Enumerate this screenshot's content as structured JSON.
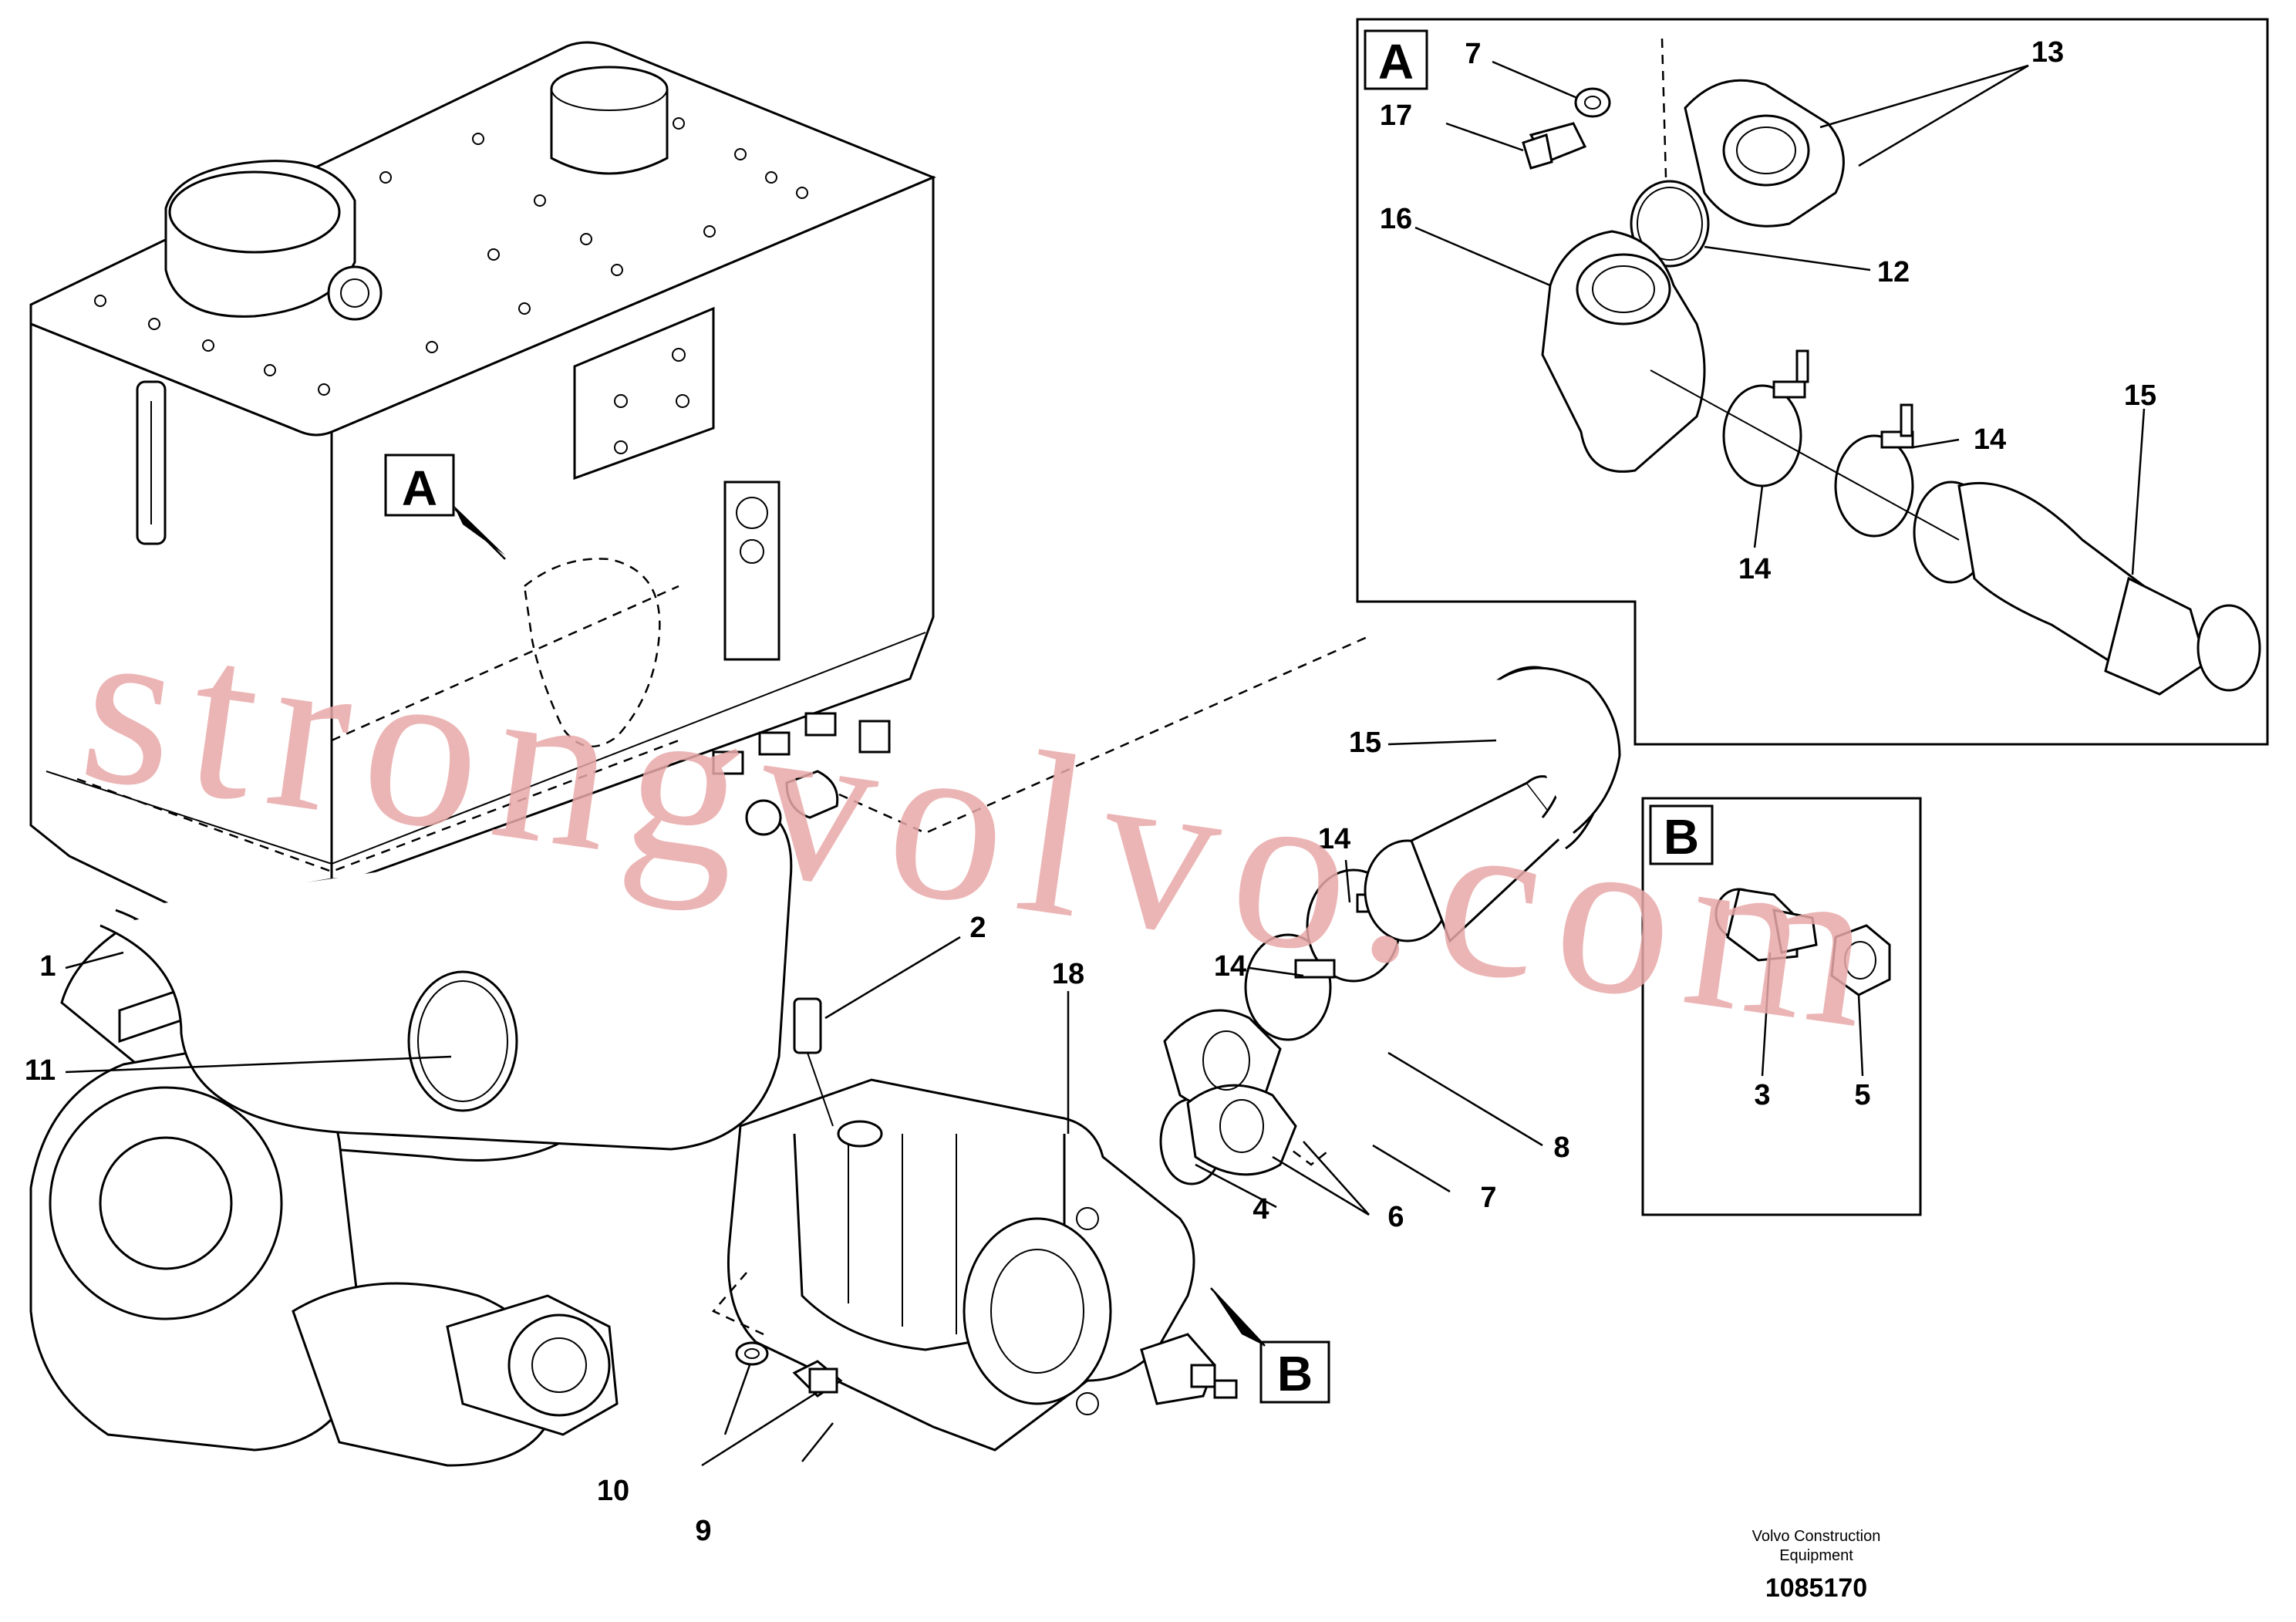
{
  "callouts": [
    {
      "id": "c1",
      "label": "1"
    },
    {
      "id": "c2",
      "label": "2"
    },
    {
      "id": "c4",
      "label": "4"
    },
    {
      "id": "c6",
      "label": "6"
    },
    {
      "id": "c7",
      "label": "7"
    },
    {
      "id": "c8",
      "label": "8"
    },
    {
      "id": "c9",
      "label": "9"
    },
    {
      "id": "c10",
      "label": "10"
    },
    {
      "id": "c11",
      "label": "11"
    },
    {
      "id": "c14a",
      "label": "14"
    },
    {
      "id": "c14b",
      "label": "14"
    },
    {
      "id": "c15",
      "label": "15"
    },
    {
      "id": "c18",
      "label": "18"
    }
  ],
  "detail_a": {
    "letter": "A",
    "callouts": [
      {
        "id": "a7",
        "label": "7"
      },
      {
        "id": "a17",
        "label": "17"
      },
      {
        "id": "a13",
        "label": "13"
      },
      {
        "id": "a16",
        "label": "16"
      },
      {
        "id": "a12",
        "label": "12"
      },
      {
        "id": "a15",
        "label": "15"
      },
      {
        "id": "a14r",
        "label": "14"
      },
      {
        "id": "a14b",
        "label": "14"
      }
    ]
  },
  "detail_b": {
    "letter": "B",
    "callouts": [
      {
        "id": "b3",
        "label": "3"
      },
      {
        "id": "b5",
        "label": "5"
      }
    ]
  },
  "view_markers": {
    "a": "A",
    "b": "B"
  },
  "watermark": "strongvolvo.com",
  "footer": {
    "company_line1": "Volvo Construction",
    "company_line2": "Equipment",
    "drawing_number": "1085170"
  }
}
